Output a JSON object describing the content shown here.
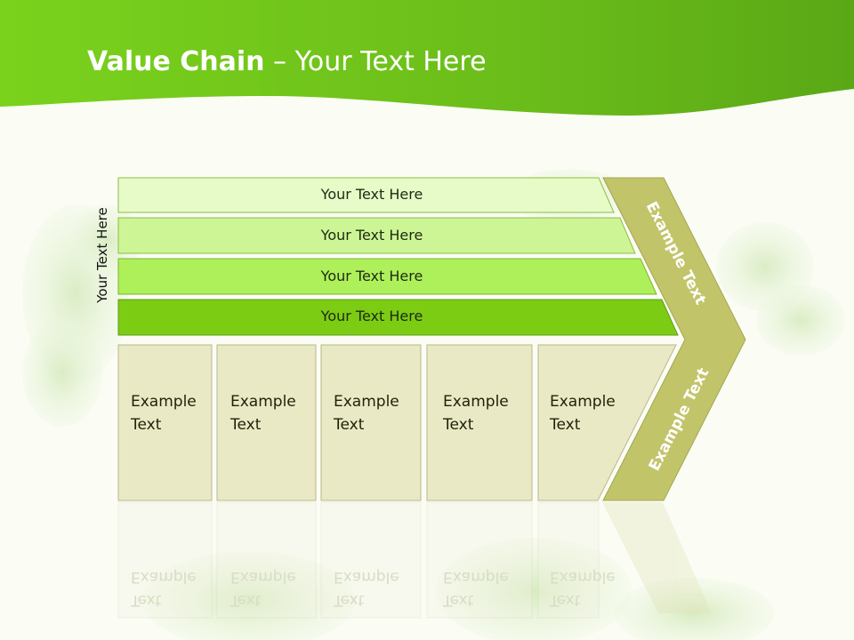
{
  "slide": {
    "title_bold": "Value Chain",
    "title_rest": " – Your Text Here",
    "side_label": "Your Text Here",
    "bars": [
      {
        "label": "Your Text Here",
        "color": "#e6fbc8"
      },
      {
        "label": "Your Text Here",
        "color": "#cdf596"
      },
      {
        "label": "Your Text Here",
        "color": "#aef05a"
      },
      {
        "label": "Your Text Here",
        "color": "#7ccc14"
      }
    ],
    "boxes": [
      {
        "line1": "Example",
        "line2": "Text"
      },
      {
        "line1": "Example",
        "line2": "Text"
      },
      {
        "line1": "Example",
        "line2": "Text"
      },
      {
        "line1": "Example",
        "line2": "Text"
      },
      {
        "line1": "Example",
        "line2": "Text"
      }
    ],
    "chevron_upper": "Example Text",
    "chevron_lower": "Example Text",
    "colors": {
      "header_green": "#6fc21a",
      "chevron": "#c2c46a",
      "box_fill": "#eae9c6"
    }
  }
}
